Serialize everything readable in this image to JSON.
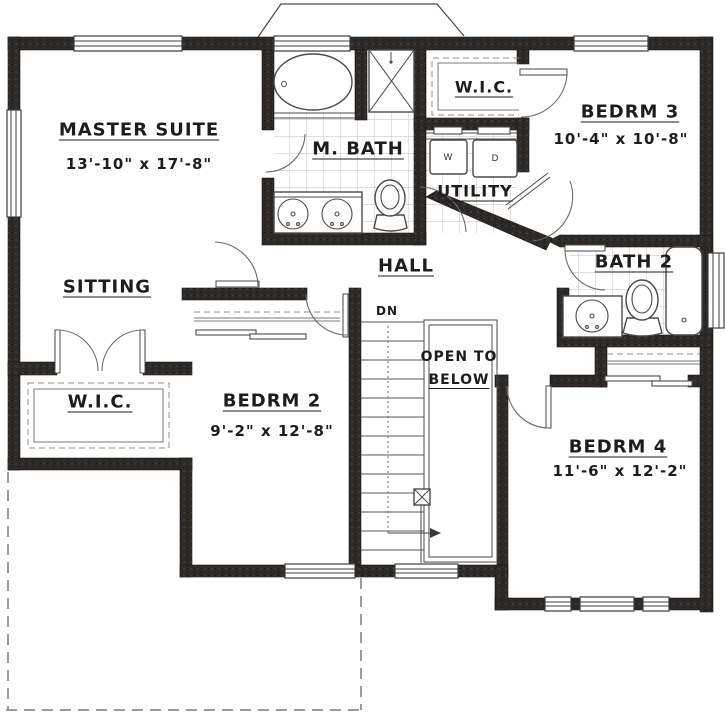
{
  "plan": {
    "colors": {
      "wall": "#2e2a28",
      "line": "#4a4a4a",
      "tile": "#bdbdbd",
      "dash": "#9c9c9c",
      "text": "#1d1d1d",
      "bg": "#ffffff"
    },
    "rooms": {
      "master_suite": {
        "label": "MASTER SUITE",
        "dims": "13'-10\" x 17'-8\""
      },
      "sitting": {
        "label": "SITTING"
      },
      "wic_left": {
        "label": "W.I.C."
      },
      "m_bath": {
        "label": "M. BATH"
      },
      "wic_top": {
        "label": "W.I.C."
      },
      "utility": {
        "label": "UTILITY"
      },
      "bedrm3": {
        "label": "BEDRM 3",
        "dims": "10'-4\" x 10'-8\""
      },
      "hall": {
        "label": "HALL"
      },
      "bath2": {
        "label": "BATH 2"
      },
      "bedrm2": {
        "label": "BEDRM 2",
        "dims": "9'-2\" x 12'-8\""
      },
      "bedrm4": {
        "label": "BEDRM 4",
        "dims": "11'-6\" x 12'-2\""
      },
      "open_below": {
        "label": "OPEN TO",
        "label2": "BELOW"
      }
    },
    "annotations": {
      "stairs_down": "DN",
      "washer": "W",
      "dryer": "D"
    }
  }
}
